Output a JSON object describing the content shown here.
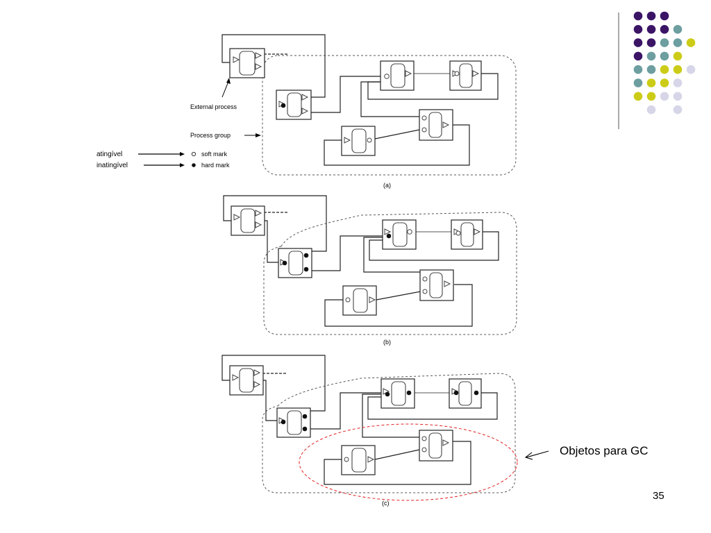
{
  "slide": {
    "page_number": "35",
    "callout": "Objetos para GC"
  },
  "legend": {
    "reachable_label": "atingível",
    "unreachable_label": "inatingível",
    "soft_mark": "soft mark",
    "hard_mark": "hard mark",
    "external_process": "External process",
    "process_group": "Process group"
  },
  "panels": [
    {
      "caption": "(a)"
    },
    {
      "caption": "(b)"
    },
    {
      "caption": "(c)"
    }
  ],
  "colors": {
    "purple": "#3b1466",
    "teal": "#6d9ea0",
    "olive": "#cccc18",
    "lavender": "#d6d6e8",
    "red_ellipse": "#e02020",
    "gray_line": "#888888"
  },
  "dot_grid": [
    [
      "purple",
      "purple",
      "purple",
      null,
      null
    ],
    [
      "purple",
      "purple",
      "purple",
      "teal",
      null
    ],
    [
      "purple",
      "purple",
      "teal",
      "teal",
      "olive"
    ],
    [
      "purple",
      "teal",
      "teal",
      "olive",
      null
    ],
    [
      "teal",
      "teal",
      "olive",
      "olive",
      "lavender"
    ],
    [
      "teal",
      "olive",
      "olive",
      "lavender",
      null
    ],
    [
      "olive",
      "olive",
      "lavender",
      "lavender",
      null
    ],
    [
      null,
      "lavender",
      null,
      "lavender",
      null
    ]
  ]
}
